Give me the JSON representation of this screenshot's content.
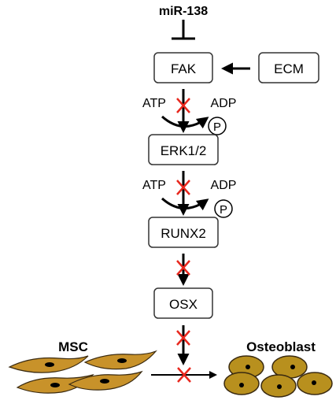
{
  "nodes": {
    "mirna": "miR-138",
    "fak": "FAK",
    "ecm": "ECM",
    "erk": "ERK1/2",
    "runx2": "RUNX2",
    "osx": "OSX"
  },
  "phospho1": {
    "atp": "ATP",
    "adp": "ADP",
    "p": "P"
  },
  "phospho2": {
    "atp": "ATP",
    "adp": "ADP",
    "p": "P"
  },
  "cells": {
    "msc": "MSC",
    "osteoblast": "Osteoblast"
  },
  "colors": {
    "inhibition_cross": "#e8281e",
    "cell_fill": "#c8922a",
    "osteoblast_fill": "#b8901e",
    "nucleus": "#000000"
  }
}
